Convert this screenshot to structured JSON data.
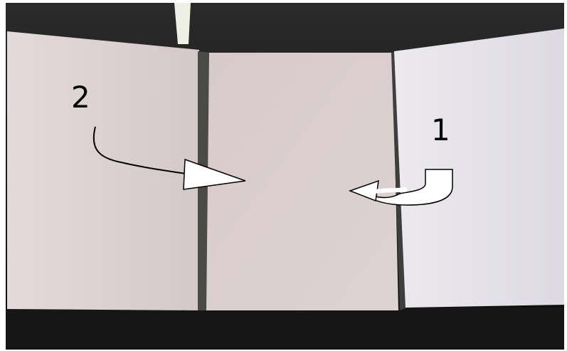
{
  "scene": {
    "description_free": true,
    "panel_count": 3
  },
  "annotations": {
    "step_1_label": "1",
    "step_2_label": "2"
  },
  "colors": {
    "background_dark": "#141414",
    "panel_left": "#dcd2d2",
    "panel_middle": "#d8cdcd",
    "panel_right": "#e6e3ea",
    "arrow_fill": "#ffffff",
    "arrow_stroke": "#000000"
  },
  "icons": {
    "step_1_arrow": "u-turn-arrow",
    "step_2_arrow": "curved-pointer-arrow"
  }
}
